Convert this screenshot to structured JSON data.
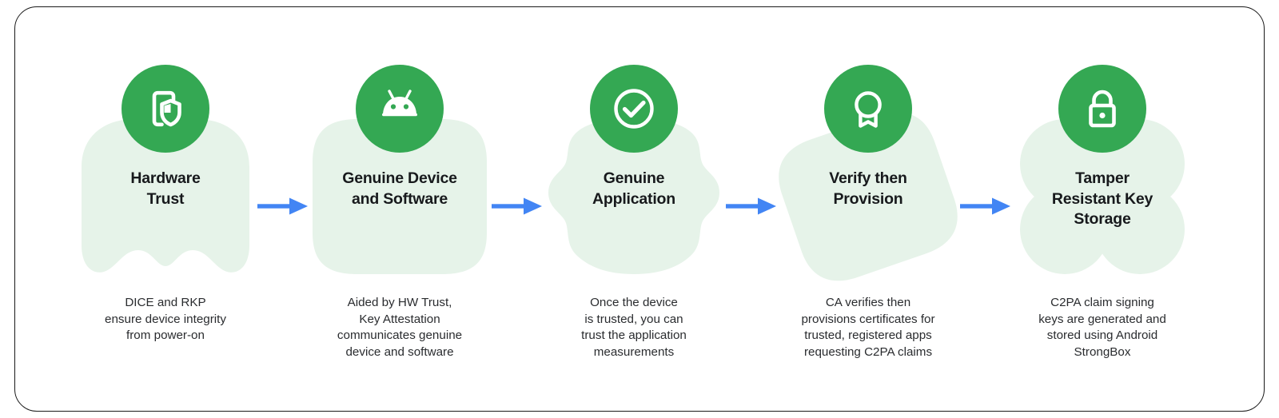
{
  "diagram": {
    "name": "android-c2pa-trust-chain",
    "colors": {
      "green": "#34a853",
      "blob": "#e6f3e9",
      "arrow": "#4285f4",
      "text": "#17191c",
      "caption": "#2a2c2f",
      "card_border": "#1a1a1a",
      "background": "#ffffff"
    },
    "steps": [
      {
        "id": "hardware-trust",
        "icon": "device-shield-icon",
        "blob": "ghost",
        "title": "Hardware\nTrust",
        "caption": "DICE and RKP\nensure device integrity\nfrom power-on"
      },
      {
        "id": "genuine-device-and-software",
        "icon": "android-robot-icon",
        "blob": "squircle",
        "title": "Genuine Device\nand Software",
        "caption": "Aided by HW Trust,\nKey Attestation\ncommunicates genuine\ndevice and software"
      },
      {
        "id": "genuine-application",
        "icon": "check-circle-icon",
        "blob": "wavy",
        "title": "Genuine\nApplication",
        "caption": "Once the device\nis trusted, you can\ntrust the application\nmeasurements"
      },
      {
        "id": "verify-then-provision",
        "icon": "award-ribbon-icon",
        "blob": "tilted",
        "title": "Verify then\nProvision",
        "caption": "CA verifies then\nprovisions certificates for\ntrusted, registered apps\nrequesting C2PA claims"
      },
      {
        "id": "tamper-resistant-key-storage",
        "icon": "padlock-icon",
        "blob": "cloud",
        "title": "Tamper\nResistant Key\nStorage",
        "caption": "C2PA claim signing\nkeys are generated and\nstored using Android\nStrongBox"
      }
    ],
    "arrows": [
      {
        "id": "arrow-1",
        "from": "hardware-trust",
        "to": "genuine-device-and-software"
      },
      {
        "id": "arrow-2",
        "from": "genuine-device-and-software",
        "to": "genuine-application"
      },
      {
        "id": "arrow-3",
        "from": "genuine-application",
        "to": "verify-then-provision"
      },
      {
        "id": "arrow-4",
        "from": "verify-then-provision",
        "to": "tamper-resistant-key-storage"
      }
    ]
  }
}
